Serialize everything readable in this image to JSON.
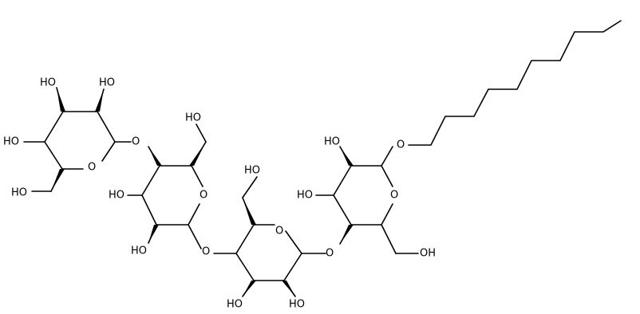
{
  "molecule": {
    "labels": {
      "hydroxyl": "HO",
      "hydroxyl_right": "OH",
      "ring_oxygen": "O"
    }
  }
}
